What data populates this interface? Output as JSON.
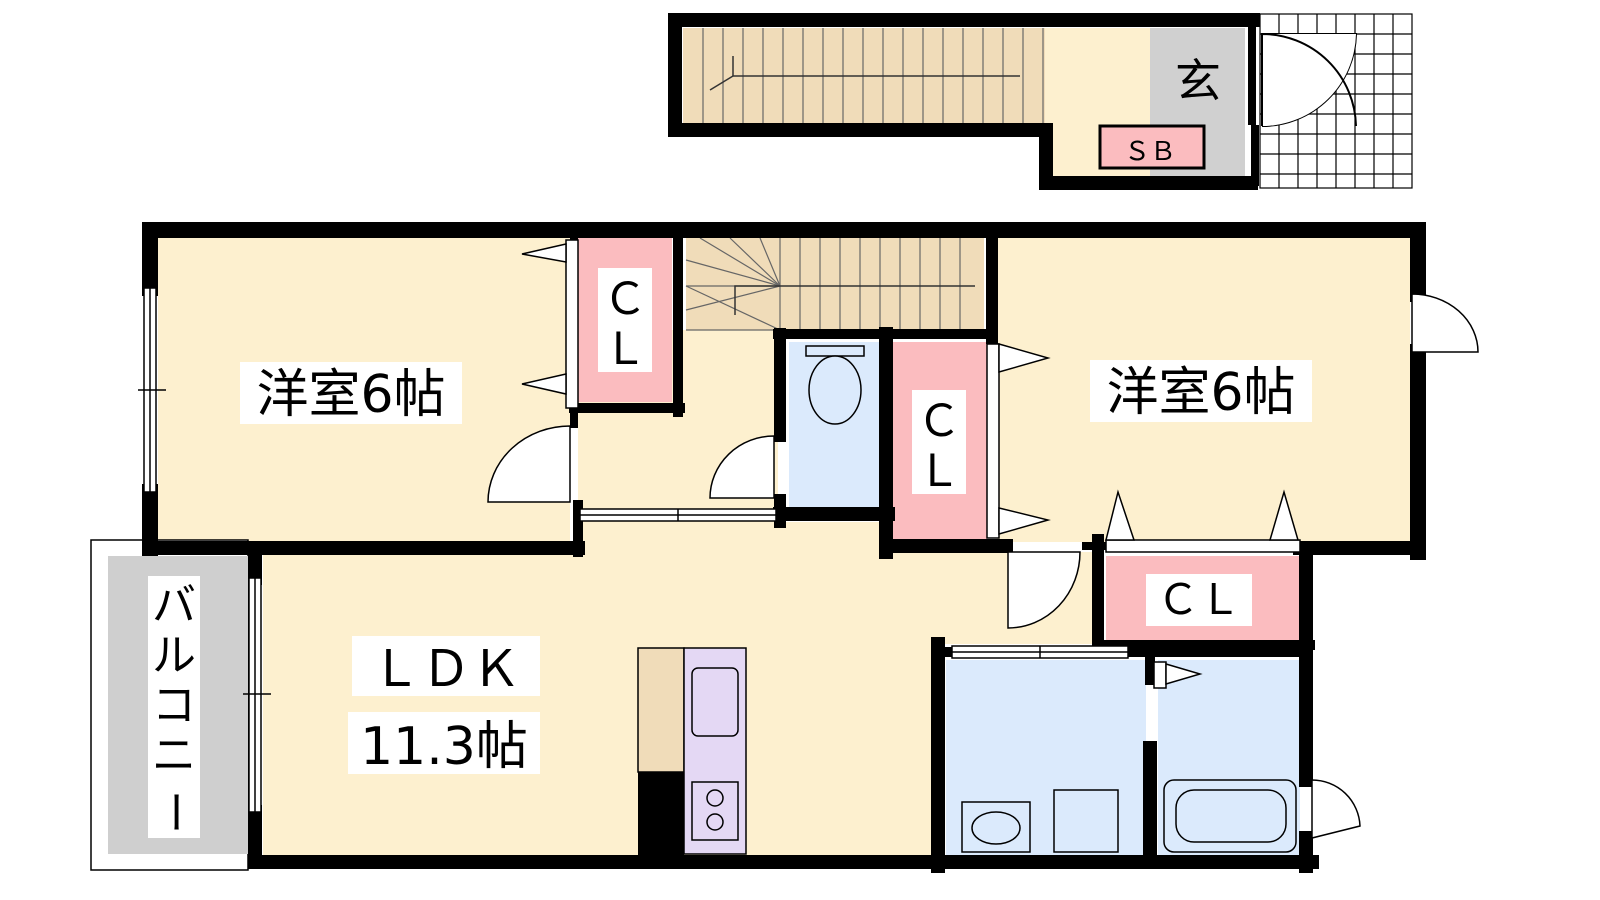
{
  "rooms": {
    "western_room_left": "洋室6帖",
    "western_room_right": "洋室6帖",
    "ldk_name": "ＬＤＫ",
    "ldk_size": "11.3帖",
    "entrance": "玄",
    "shoe_box": "ＳＢ",
    "closet": "ＣＬ",
    "closet_c": "Ｃ",
    "closet_l": "Ｌ",
    "balcony_chars": [
      "バ",
      "ル",
      "コ",
      "ニ",
      "ー"
    ]
  },
  "colors": {
    "wall": "#000000",
    "room_floor": "#fdf0cf",
    "stair": "#f0dcb9",
    "closet": "#fbbcbf",
    "wet_area": "#dbeafc",
    "entrance": "#d0d0d0",
    "balcony": "#cfcfcf",
    "kitchen_counter": "#e4d8f4",
    "kitchen_side": "#f0dcb9"
  }
}
